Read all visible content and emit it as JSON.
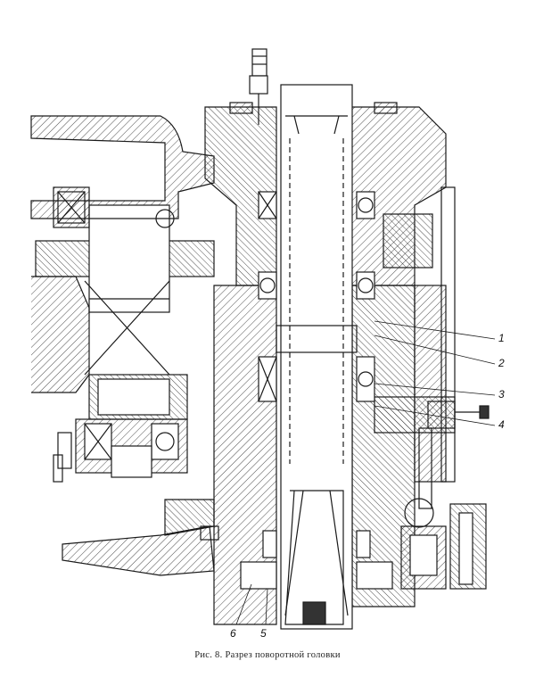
{
  "figure": {
    "caption": "Рис. 8. Разрез поворотной головки",
    "callouts": [
      {
        "id": "1",
        "label": "1"
      },
      {
        "id": "2",
        "label": "2"
      },
      {
        "id": "3",
        "label": "3"
      },
      {
        "id": "4",
        "label": "4"
      },
      {
        "id": "5",
        "label": "5"
      },
      {
        "id": "6",
        "label": "6"
      }
    ],
    "colors": {
      "ink": "#1a1a1a",
      "paper": "#ffffff"
    }
  }
}
